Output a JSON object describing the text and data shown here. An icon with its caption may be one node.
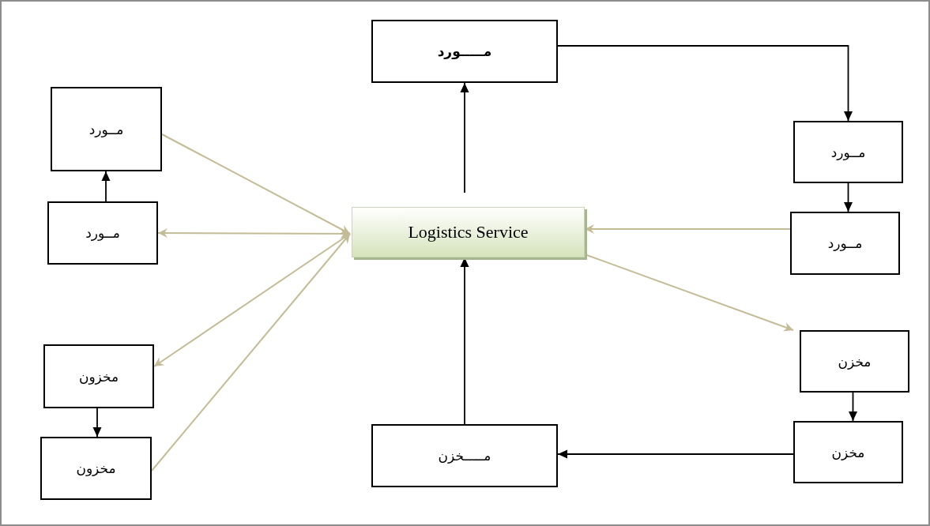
{
  "diagram": {
    "nodes": [
      {
        "text": [
          "مـــــورد"
        ]
      },
      {
        "text": [
          "Logistics Service"
        ]
      },
      {
        "text": [
          "مــورد"
        ]
      },
      {
        "text": [
          "مــورد"
        ]
      },
      {
        "text": [
          "مخزون"
        ]
      },
      {
        "text": [
          "مخزون"
        ]
      },
      {
        "text": [
          "مــورد"
        ]
      },
      {
        "text": [
          "مــورد"
        ]
      },
      {
        "text": [
          "مخزن"
        ]
      },
      {
        "text": [
          "مخزن"
        ]
      },
      {
        "text": [
          "مـــــخزن"
        ]
      }
    ],
    "edges": [
      {
        "from": 1,
        "to": 0,
        "arrow": "to"
      },
      {
        "from": 0,
        "to": 6,
        "arrow": "to"
      },
      {
        "from": 6,
        "to": 7,
        "arrow": "to"
      },
      {
        "from": 7,
        "to": 1,
        "arrow": "to",
        "color": "#c4bc96"
      },
      {
        "from": 1,
        "to": 8,
        "arrow": "to",
        "color": "#c4bc96"
      },
      {
        "from": 8,
        "to": 9,
        "arrow": "to"
      },
      {
        "from": 9,
        "to": 10,
        "arrow": "to"
      },
      {
        "from": 10,
        "to": 1,
        "arrow": "to"
      },
      {
        "from": 3,
        "to": 2,
        "arrow": "to"
      },
      {
        "from": 4,
        "to": 5,
        "arrow": "to"
      },
      {
        "from": 2,
        "to": 1,
        "arrow": "to",
        "color": "#c4bc96"
      },
      {
        "from": 3,
        "to": 1,
        "arrow": "both",
        "color": "#c4bc96"
      },
      {
        "from": 1,
        "to": 4,
        "arrow": "to",
        "color": "#c4bc96"
      },
      {
        "from": 5,
        "to": 1,
        "arrow": "to",
        "color": "#c4bc96"
      }
    ]
  }
}
